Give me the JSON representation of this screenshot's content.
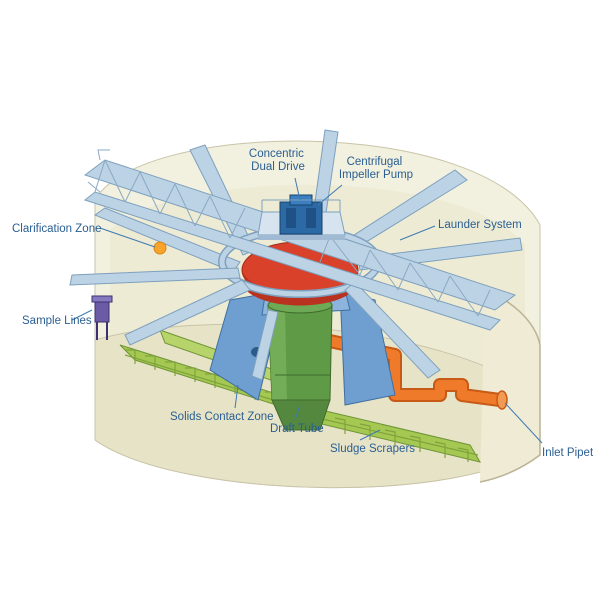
{
  "labels": {
    "concentric_dual_drive": [
      "Concentric",
      "Dual Drive"
    ],
    "centrifugal_impeller_pump": [
      "Centrifugal",
      "Impeller Pump"
    ],
    "clarification_zone": "Clarification Zone",
    "launder_system": "Launder System",
    "sample_lines": "Sample Lines",
    "solids_contact_zone": "Solids Contact Zone",
    "draft_tube": "Draft Tube",
    "sludge_scrapers": "Sludge Scrapers",
    "inlet_pipe": "Inlet Pipet"
  },
  "colors": {
    "label_text": "#2a5f93",
    "tank_wall": "#f2f0de",
    "draft_tube": "#5f9a47",
    "impeller_cone": "#d9412b",
    "solids_contact_baffles": "#6f9fd1",
    "drive_unit": "#2c6aa6",
    "inlet_pipe": "#ef7a2a",
    "sludge_scrapers": "#a4c852",
    "clarification_marker": "#f7a32d",
    "sample_lines": "#6b5aa6"
  }
}
